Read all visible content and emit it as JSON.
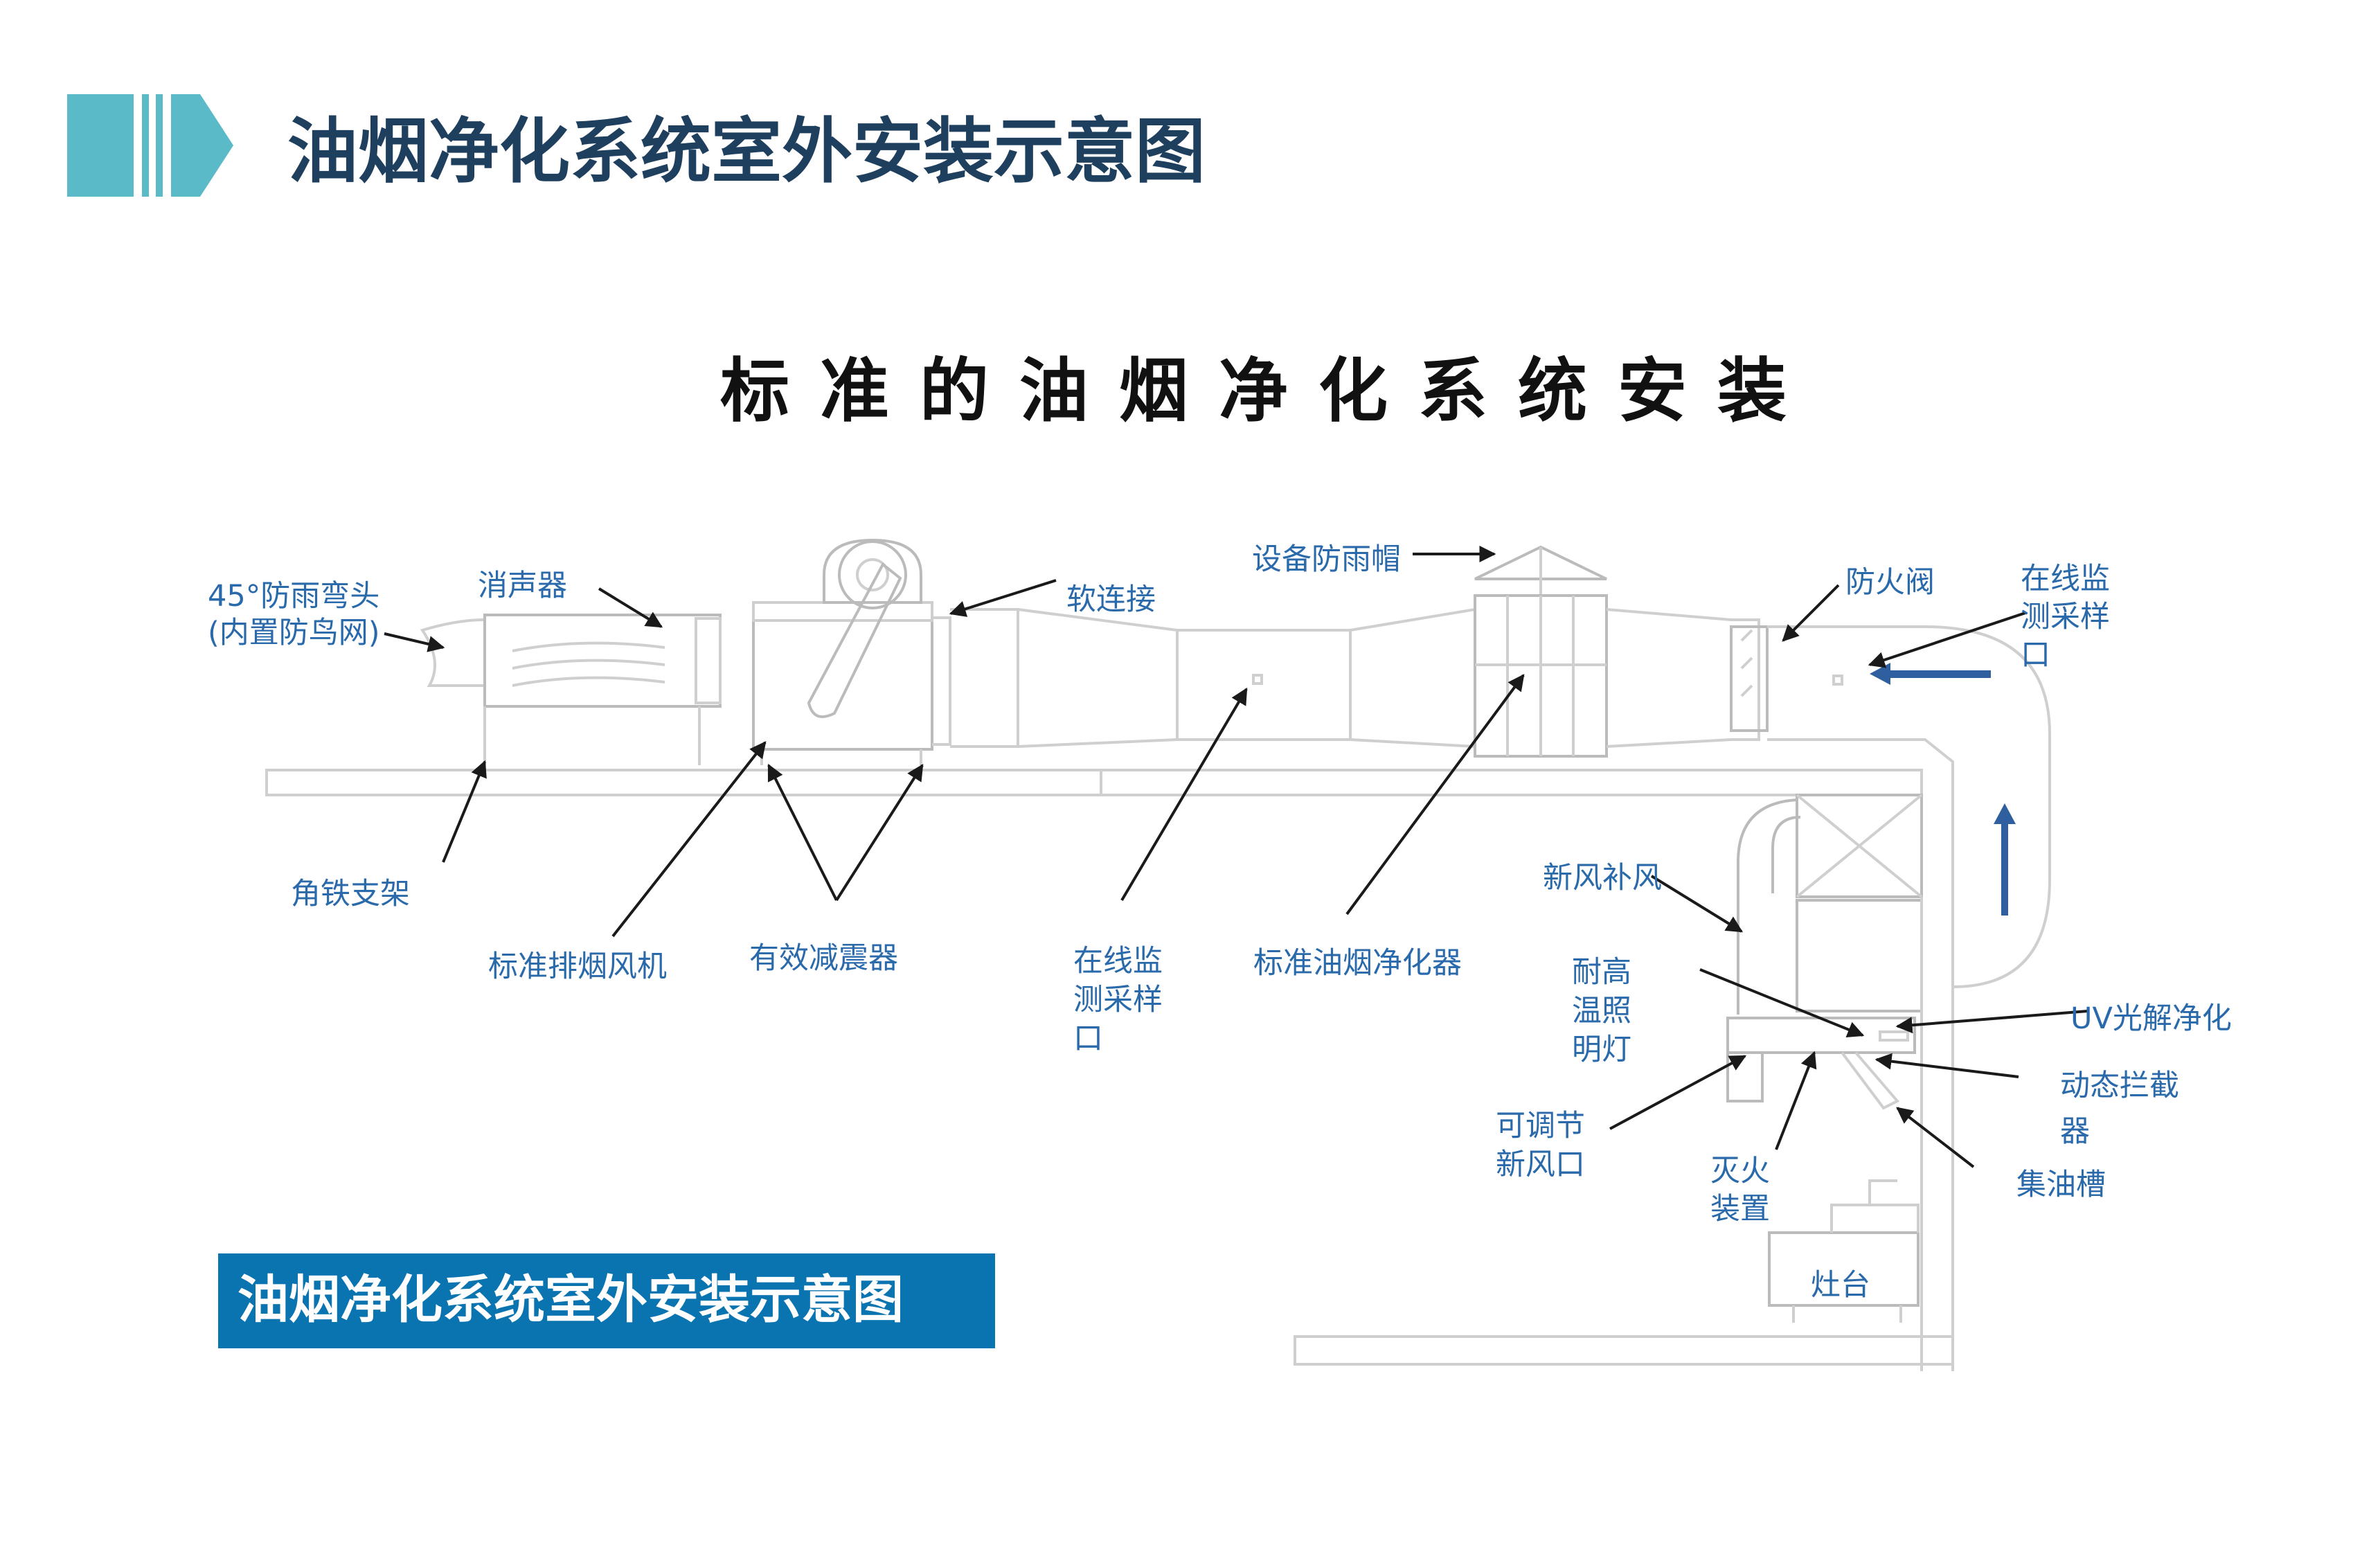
{
  "page_title": "油烟净化系统室外安装示意图",
  "diagram_title": "标准的油烟净化系统安装",
  "caption": "油烟净化系统室外安装示意图",
  "colors": {
    "title": "#1e3f5e",
    "accent_teal": "#5bbac8",
    "label_blue": "#2a6aab",
    "caption_bg": "#0a74b1",
    "flow_arrow": "#2f5f9e"
  },
  "labels": {
    "elbow": [
      "45°防雨弯头",
      "(内置防鸟网)"
    ],
    "silencer": "消声器",
    "soft_connection": "软连接",
    "rain_cap": "设备防雨帽",
    "fire_damper": "防火阀",
    "sampling_port_right": [
      "在线监",
      "测采样",
      "口"
    ],
    "angle_iron_bracket": "角铁支架",
    "exhaust_fan": "标准排烟风机",
    "damper": "有效减震器",
    "sampling_port_mid": [
      "在线监",
      "测采样",
      "口"
    ],
    "purifier": "标准油烟净化器",
    "fresh_air": "新风补风",
    "lamp": [
      "耐高",
      "温照",
      "明灯"
    ],
    "uv": "UV光解净化",
    "interceptor": [
      "动态拦截",
      "器"
    ],
    "oil_tank": "集油槽",
    "adjustable_inlet": [
      "可调节",
      "新风口"
    ],
    "fire_suppression": [
      "灭火",
      "装置"
    ],
    "stove": "灶台"
  }
}
